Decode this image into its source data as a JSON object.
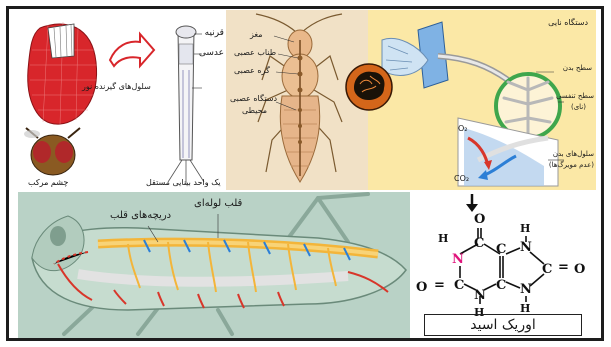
{
  "eye_panel": {
    "labels": {
      "cornea": "قرنیه",
      "lens": "عدسی",
      "photoreceptors": "سلول‌های گیرنده نور",
      "compound_eye": "چشم مرکب",
      "ommatidium": "یک واحد بینایی مستقل"
    }
  },
  "nervous_panel": {
    "labels": {
      "brain": "مغز",
      "nerve_cord": "طناب عصبی",
      "ganglion": "گره عصبی",
      "peripheral_ns_line1": "دستگاه عصبی",
      "peripheral_ns_line2": "محیطی"
    }
  },
  "trachea_panel": {
    "labels": {
      "title": "دستگاه نایی",
      "body_surface": "سطح بدن",
      "respiratory_surface_line1": "سطح تنفسی",
      "respiratory_surface_line2": "(نای)",
      "body_cells_line1": "سلول‌های بدن",
      "body_cells_line2": "(عدم مویرگ‌ها)",
      "o2": "O₂",
      "co2": "CO₂"
    }
  },
  "circulation_panel": {
    "labels": {
      "tubular_heart": "قلب لوله‌ای",
      "heart_valves": "دریچه‌های قلب"
    }
  },
  "uric_acid_panel": {
    "atoms": {
      "o_top": "O",
      "o_right": "O",
      "o_left": "O",
      "n1": "N",
      "n3": "N",
      "n7": "N",
      "n9": "N",
      "h1": "H",
      "h3": "H",
      "h7": "H",
      "h9": "H",
      "c2": "C",
      "c4": "C",
      "c5": "C",
      "c6": "C",
      "c8": "C",
      "eq_left": "=",
      "eq_right": "="
    },
    "caption": "اوریک اسید",
    "arrow_icon": "down-arrow-icon"
  },
  "colors": {
    "eye_red": "#d8262b",
    "nervous_bg": "#f1e1c6",
    "trachea_bg": "#fbe8a6",
    "circulation_bg": "#b9d2c6",
    "heart_yellow": "#f3b53a",
    "flow_red": "#d8362a",
    "flow_blue": "#2c7fd6"
  }
}
